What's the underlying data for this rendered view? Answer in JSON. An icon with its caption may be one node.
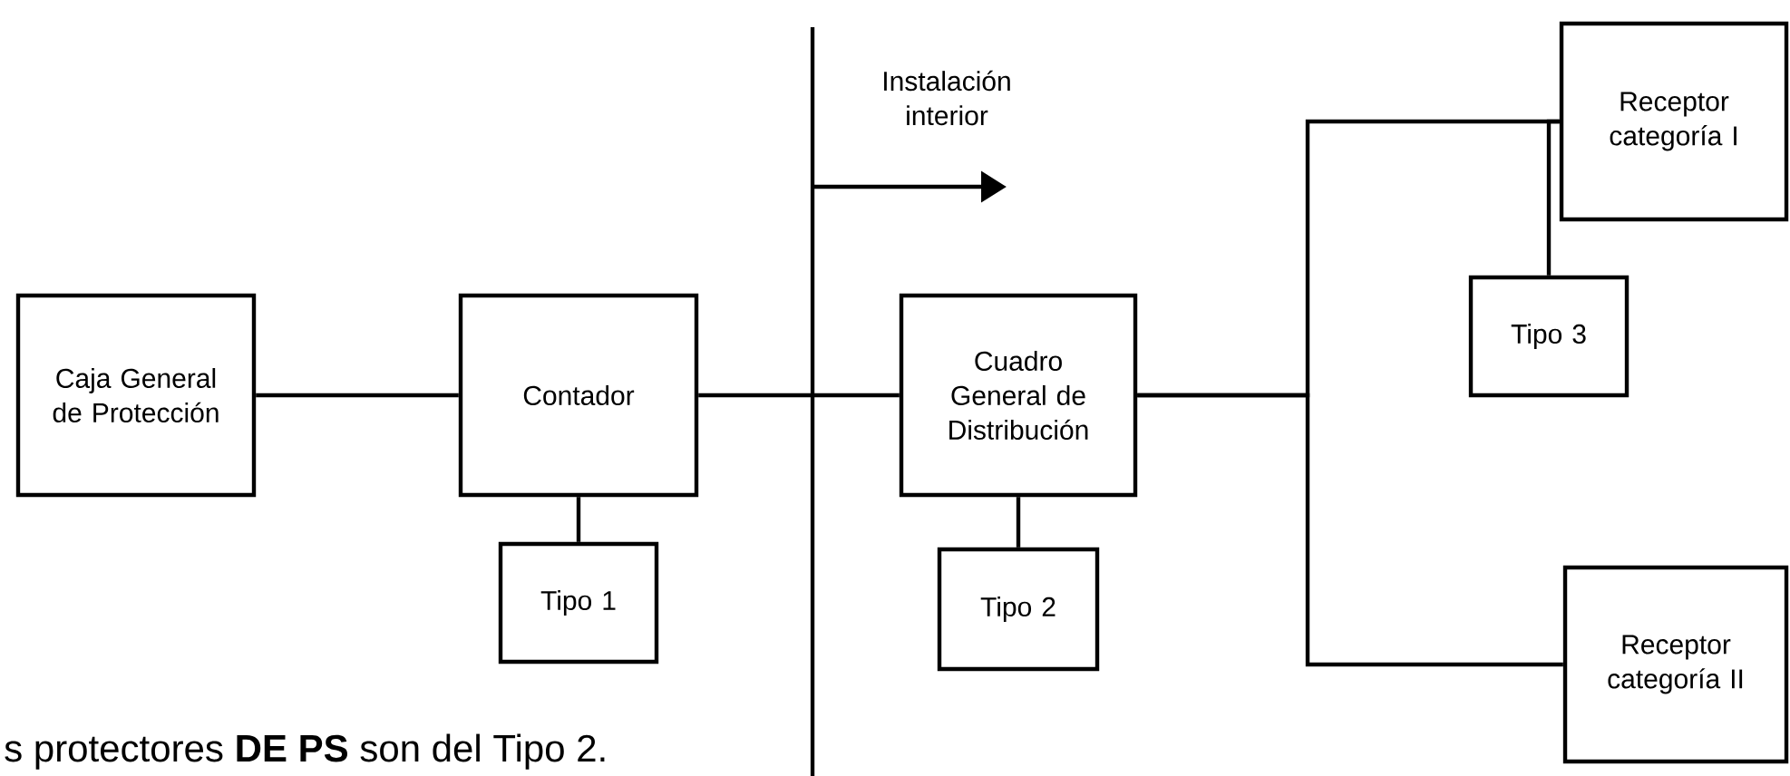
{
  "diagram": {
    "nodes": [
      {
        "text": [
          "Caja General de Protección"
        ]
      },
      {
        "text": [
          "Contador"
        ]
      },
      {
        "text": [
          "Tipo 1"
        ]
      },
      {
        "text": [
          "Cuadro General de Distribución"
        ]
      },
      {
        "text": [
          "Tipo 2"
        ]
      },
      {
        "text": [
          "Receptor categoría I"
        ]
      },
      {
        "text": [
          "Tipo 3"
        ]
      },
      {
        "text": [
          "Receptor categoría II"
        ]
      }
    ],
    "edges": [
      {
        "from": 0,
        "to": 1,
        "arrow": "none"
      },
      {
        "from": 1,
        "to": 2,
        "arrow": "none"
      },
      {
        "from": 1,
        "to": 3,
        "arrow": "none"
      },
      {
        "from": 3,
        "to": 4,
        "arrow": "none"
      },
      {
        "from": 3,
        "to": 5,
        "arrow": "none"
      },
      {
        "from": 3,
        "to": 7,
        "arrow": "none"
      },
      {
        "from": 5,
        "to": 6,
        "arrow": "none"
      }
    ],
    "labels": [
      "Instalación interior",
      "s protectores **DE PS** son del Tipo 2."
    ]
  }
}
